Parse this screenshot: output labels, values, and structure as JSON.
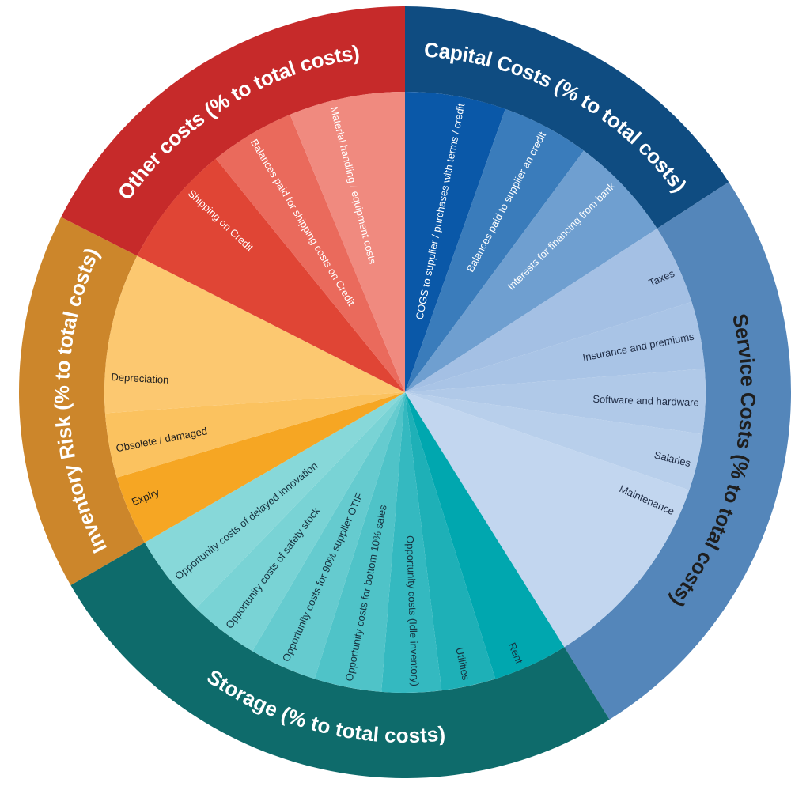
{
  "categories": [
    {
      "id": "capital",
      "title": "Capital Costs (% to total costs)",
      "ring_color": "#0f4c81",
      "title_color": "#ffffff",
      "label_color": "#ffffff",
      "items": [
        {
          "label": "COGS to supplier / purchases with terms / credit",
          "color": "#0a58a8"
        },
        {
          "label": "Balances paid to supplier an credit",
          "color": "#3a7cbb"
        },
        {
          "label": "Interests for financing from bank",
          "color": "#6f9fd0"
        }
      ]
    },
    {
      "id": "service",
      "title": "Service Costs (% to total costs)",
      "ring_color": "#5486ba",
      "title_color": "#1e1e1e",
      "label_color": "#1f2c45",
      "items": [
        {
          "label": "Taxes",
          "color": "#a4c0e4"
        },
        {
          "label": "Insurance and premiums",
          "color": "#a9c4e6"
        },
        {
          "label": "Software and hardware",
          "color": "#b0c9e8"
        },
        {
          "label": "Salaries",
          "color": "#b8cfeb"
        },
        {
          "label": "Maintenance",
          "color": "#c2d6ef"
        }
      ]
    },
    {
      "id": "storage",
      "title": "Storage (% to total costs)",
      "ring_color": "#0e6b6b",
      "title_color": "#ffffff",
      "label_color": "#16323f",
      "items": [
        {
          "label": "Rent",
          "color": "#00a7af"
        },
        {
          "label": "Utilities",
          "color": "#1eb0b7"
        },
        {
          "label": "Opportunity costs (Idle inventory)",
          "color": "#34b9c0"
        },
        {
          "label": "Opportunity costs for bottom 10% sales",
          "color": "#4fc3c8"
        },
        {
          "label": "Opportunity costs for 90% supplier OTIF",
          "color": "#65cbcf"
        },
        {
          "label": "Opportunity costs of safety stock",
          "color": "#79d3d5"
        },
        {
          "label": "Opportunity costs of delayed innovation",
          "color": "#87d8d9"
        }
      ]
    },
    {
      "id": "inventory",
      "title": "Inventory Risk (% to total costs)",
      "ring_color": "#cc862b",
      "title_color": "#ffffff",
      "label_color": "#1e1e1e",
      "items": [
        {
          "label": "Expiry",
          "color": "#f6a623"
        },
        {
          "label": "Obsolete / damaged",
          "color": "#fbc25f"
        },
        {
          "label": "Depreciation",
          "color": "#fcc870"
        }
      ]
    },
    {
      "id": "other",
      "title": "Other costs (% to total costs)",
      "ring_color": "#c62a2a",
      "title_color": "#ffffff",
      "label_color": "#ffffff",
      "items": [
        {
          "label": "Shipping on Credit",
          "color": "#e04535"
        },
        {
          "label": "Balances paid for shipping costs on Credit",
          "color": "#ea6a5c"
        },
        {
          "label": "Material handling / equipment costs",
          "color": "#f08a7f"
        }
      ]
    }
  ]
}
